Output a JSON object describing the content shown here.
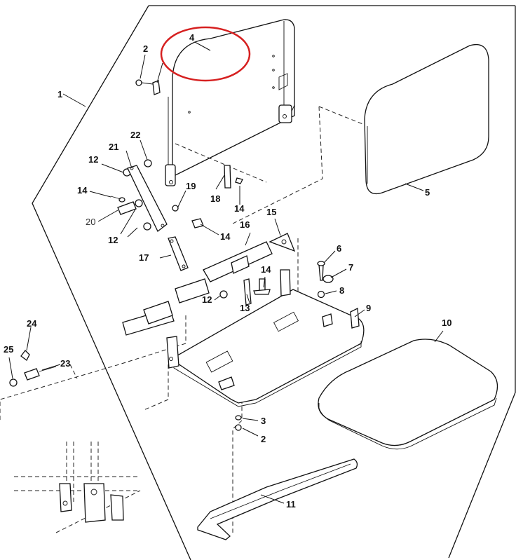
{
  "labels": {
    "l1": "1",
    "l2a": "2",
    "l2b": "2",
    "l3": "3",
    "l4": "4",
    "l5": "5",
    "l6": "6",
    "l7": "7",
    "l8": "8",
    "l9": "9",
    "l10": "10",
    "l11": "11",
    "l12a": "12",
    "l12b": "12",
    "l12c": "12",
    "l13": "13",
    "l14a": "14",
    "l14b": "14",
    "l14c": "14",
    "l14d": "14",
    "l15": "15",
    "l16": "16",
    "l17": "17",
    "l18": "18",
    "l19": "19",
    "l20": "20",
    "l21": "21",
    "l22": "22",
    "l23": "23",
    "l24": "24",
    "l25": "25"
  },
  "colors": {
    "line": "#111111",
    "highlight": "#d62020",
    "background": "#ffffff"
  }
}
